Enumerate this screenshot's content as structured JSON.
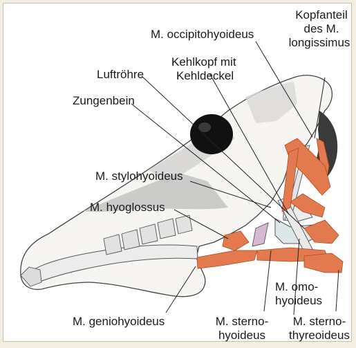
{
  "colors": {
    "background": "#f3eee2",
    "muscle": "#e37a4f",
    "muscle_dark": "#c9552e",
    "bone_shade": "#b5b5b5",
    "bone_outline": "#444444",
    "eye": "#111111"
  },
  "labels": {
    "occipitohyoideus": "M. occipitohyoideus",
    "kopfanteil_1": "Kopfanteil",
    "kopfanteil_2": "des M.",
    "kopfanteil_3": "longissimus",
    "kehlkopf_1": "Kehlkopf mit",
    "kehlkopf_2": "Kehldeckel",
    "luftroehre": "Luftröhre",
    "zungenbein": "Zungenbein",
    "stylohyoideus": "M. stylohyoideus",
    "hyoglossus": "M. hyoglossus",
    "omohyoideus_1": "M. omo-",
    "omohyoideus_2": "hyoideus",
    "geniohyoideus": "M. geniohyoideus",
    "sternohyoideus_1": "M. sterno-",
    "sternohyoideus_2": "hyoideus",
    "sternothyreoideus_1": "M. sterno-",
    "sternothyreoideus_2": "thyreoideus"
  }
}
